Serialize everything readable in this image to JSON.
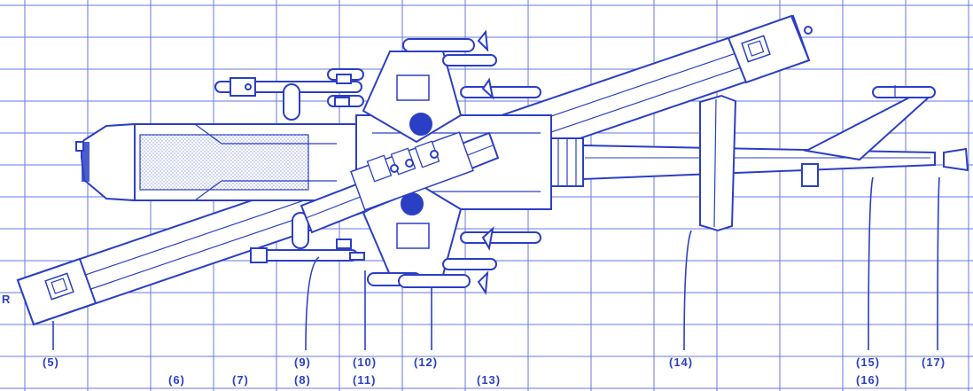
{
  "colors": {
    "ink": "#2b3fc4",
    "grid": "#4a63d8",
    "paper": "#ffffff",
    "hatch": "#9aa7e6"
  },
  "edge_letter": "R",
  "callouts": [
    "(5)",
    "(6)",
    "(7)",
    "(9)",
    "(8)",
    "(10)",
    "(11)",
    "(12)",
    "(13)",
    "(14)",
    "(15)",
    "(16)",
    "(17)"
  ]
}
